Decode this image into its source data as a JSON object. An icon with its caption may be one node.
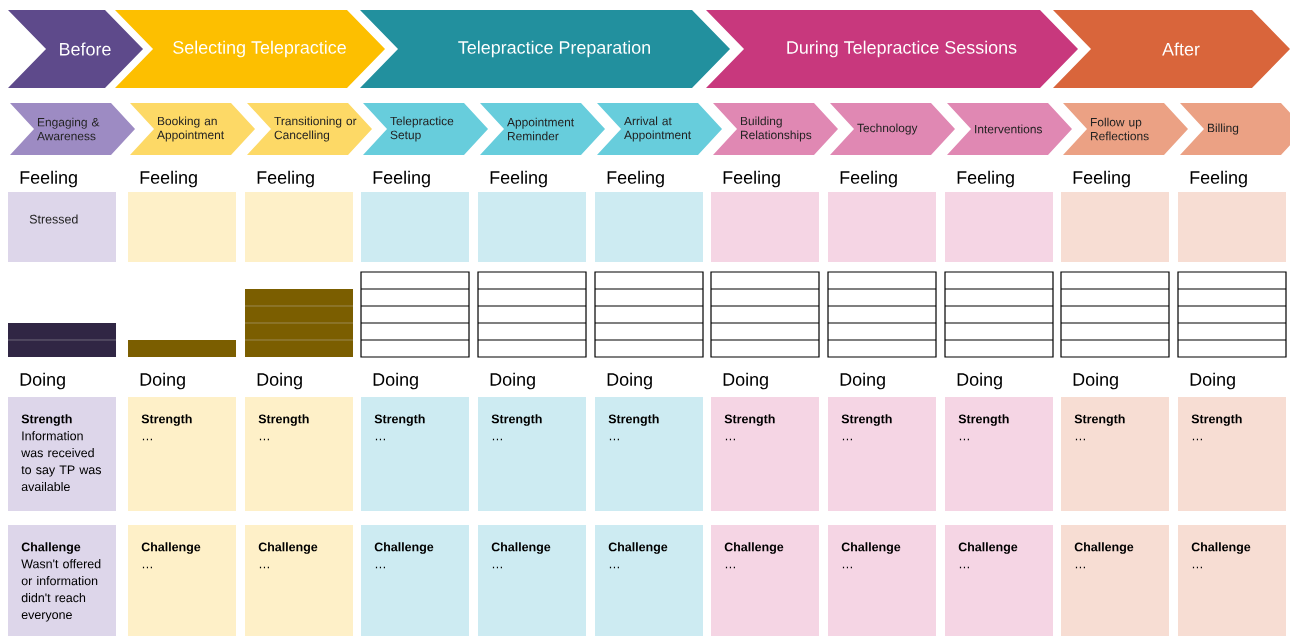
{
  "diagram": {
    "nodes": [
      {
        "text": [
          "Before"
        ]
      },
      {
        "text": [
          "Selecting Telepractice"
        ]
      },
      {
        "text": [
          "Telepractice Preparation"
        ]
      },
      {
        "text": [
          "During Telepractice Sessions"
        ]
      },
      {
        "text": [
          "After"
        ]
      },
      {
        "text": [
          "Engaging & Awareness"
        ]
      },
      {
        "text": [
          "Booking an Appointment"
        ]
      },
      {
        "text": [
          "Transitioning or Cancelling"
        ]
      },
      {
        "text": [
          "Telepractice Setup"
        ]
      },
      {
        "text": [
          "Appointment Reminder"
        ]
      },
      {
        "text": [
          "Arrival at Appointment"
        ]
      },
      {
        "text": [
          "Building Relationships"
        ]
      },
      {
        "text": [
          "Technology"
        ]
      },
      {
        "text": [
          "Interventions"
        ]
      },
      {
        "text": [
          "Follow up Reflections"
        ]
      },
      {
        "text": [
          "Billing"
        ]
      },
      {
        "text": [
          "Stressed"
        ],
        "beside": [
          "Feeling"
        ]
      },
      {
        "text": [],
        "shape": "box",
        "beside": [
          "Feeling"
        ]
      },
      {
        "text": [],
        "shape": "box",
        "beside": [
          "Feeling"
        ]
      },
      {
        "text": [],
        "shape": "box",
        "beside": [
          "Feeling"
        ]
      },
      {
        "text": [],
        "shape": "box",
        "beside": [
          "Feeling"
        ]
      },
      {
        "text": [],
        "shape": "box",
        "beside": [
          "Feeling"
        ]
      },
      {
        "text": [],
        "shape": "box",
        "beside": [
          "Feeling"
        ]
      },
      {
        "text": [],
        "shape": "box",
        "beside": [
          "Feeling"
        ]
      },
      {
        "text": [],
        "shape": "box",
        "beside": [
          "Feeling"
        ]
      },
      {
        "text": [],
        "shape": "box",
        "beside": [
          "Feeling"
        ]
      },
      {
        "text": [],
        "shape": "box",
        "beside": [
          "Feeling"
        ]
      },
      {
        "text": [
          "Strength",
          "Information was received to say TP was available"
        ],
        "beside": [
          "Doing"
        ]
      },
      {
        "text": [
          "Strength",
          "…"
        ],
        "beside": [
          "Doing"
        ]
      },
      {
        "text": [
          "Strength",
          "…"
        ],
        "beside": [
          "Doing"
        ]
      },
      {
        "text": [
          "Strength",
          "…"
        ],
        "beside": [
          "Doing"
        ]
      },
      {
        "text": [
          "Strength",
          "…"
        ],
        "beside": [
          "Doing"
        ]
      },
      {
        "text": [
          "Strength",
          "…"
        ],
        "beside": [
          "Doing"
        ]
      },
      {
        "text": [
          "Strength",
          "…"
        ],
        "beside": [
          "Doing"
        ]
      },
      {
        "text": [
          "Strength",
          "…"
        ],
        "beside": [
          "Doing"
        ]
      },
      {
        "text": [
          "Strength",
          "…"
        ],
        "beside": [
          "Doing"
        ]
      },
      {
        "text": [
          "Strength",
          "…"
        ],
        "beside": [
          "Doing"
        ]
      },
      {
        "text": [
          "Strength",
          "…"
        ],
        "beside": [
          "Doing"
        ]
      },
      {
        "text": [
          "Challenge",
          "Wasn't offered or information didn't reach everyone"
        ]
      },
      {
        "text": [
          "Challenge",
          "…"
        ]
      },
      {
        "text": [
          "Challenge",
          "…"
        ]
      },
      {
        "text": [
          "Challenge",
          "…"
        ]
      },
      {
        "text": [
          "Challenge",
          "…"
        ]
      },
      {
        "text": [
          "Challenge",
          "…"
        ]
      },
      {
        "text": [
          "Challenge",
          "…"
        ]
      },
      {
        "text": [
          "Challenge",
          "…"
        ]
      },
      {
        "text": [
          "Challenge",
          "…"
        ]
      },
      {
        "text": [
          "Challenge",
          "…"
        ]
      },
      {
        "text": [
          "Challenge",
          "…"
        ]
      }
    ]
  }
}
